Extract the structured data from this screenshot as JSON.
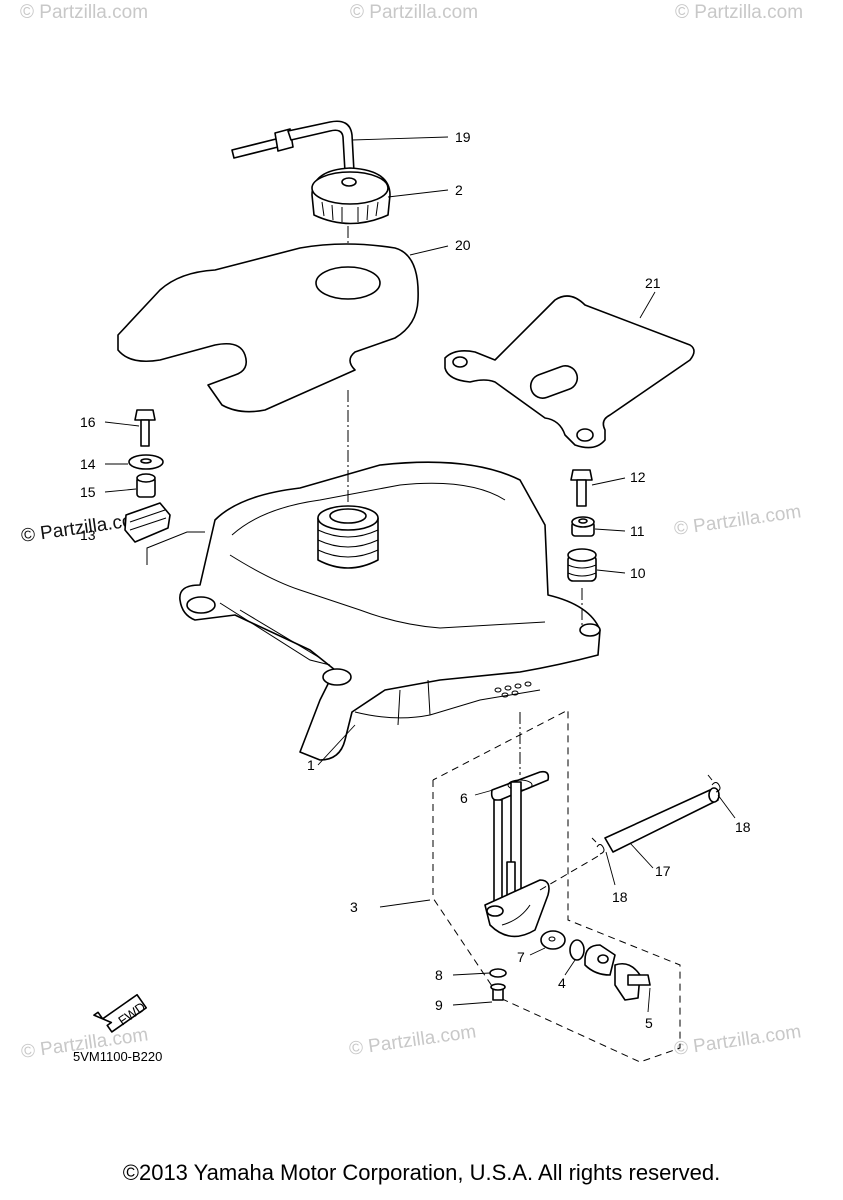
{
  "watermark": "© Partzilla.com",
  "diagram_code": "5VM1100-B220",
  "fwd_label": "FWD",
  "copyright": "©2013 Yamaha Motor Corporation, U.S.A. All rights reserved.",
  "callouts": {
    "c1": "1",
    "c2": "2",
    "c3": "3",
    "c4": "4",
    "c5": "5",
    "c6": "6",
    "c7": "7",
    "c8": "8",
    "c9": "9",
    "c10": "10",
    "c11": "11",
    "c12": "12",
    "c13": "13",
    "c14": "14",
    "c15": "15",
    "c16": "16",
    "c17": "17",
    "c18a": "18",
    "c18b": "18",
    "c19": "19",
    "c20": "20",
    "c21": "21"
  }
}
